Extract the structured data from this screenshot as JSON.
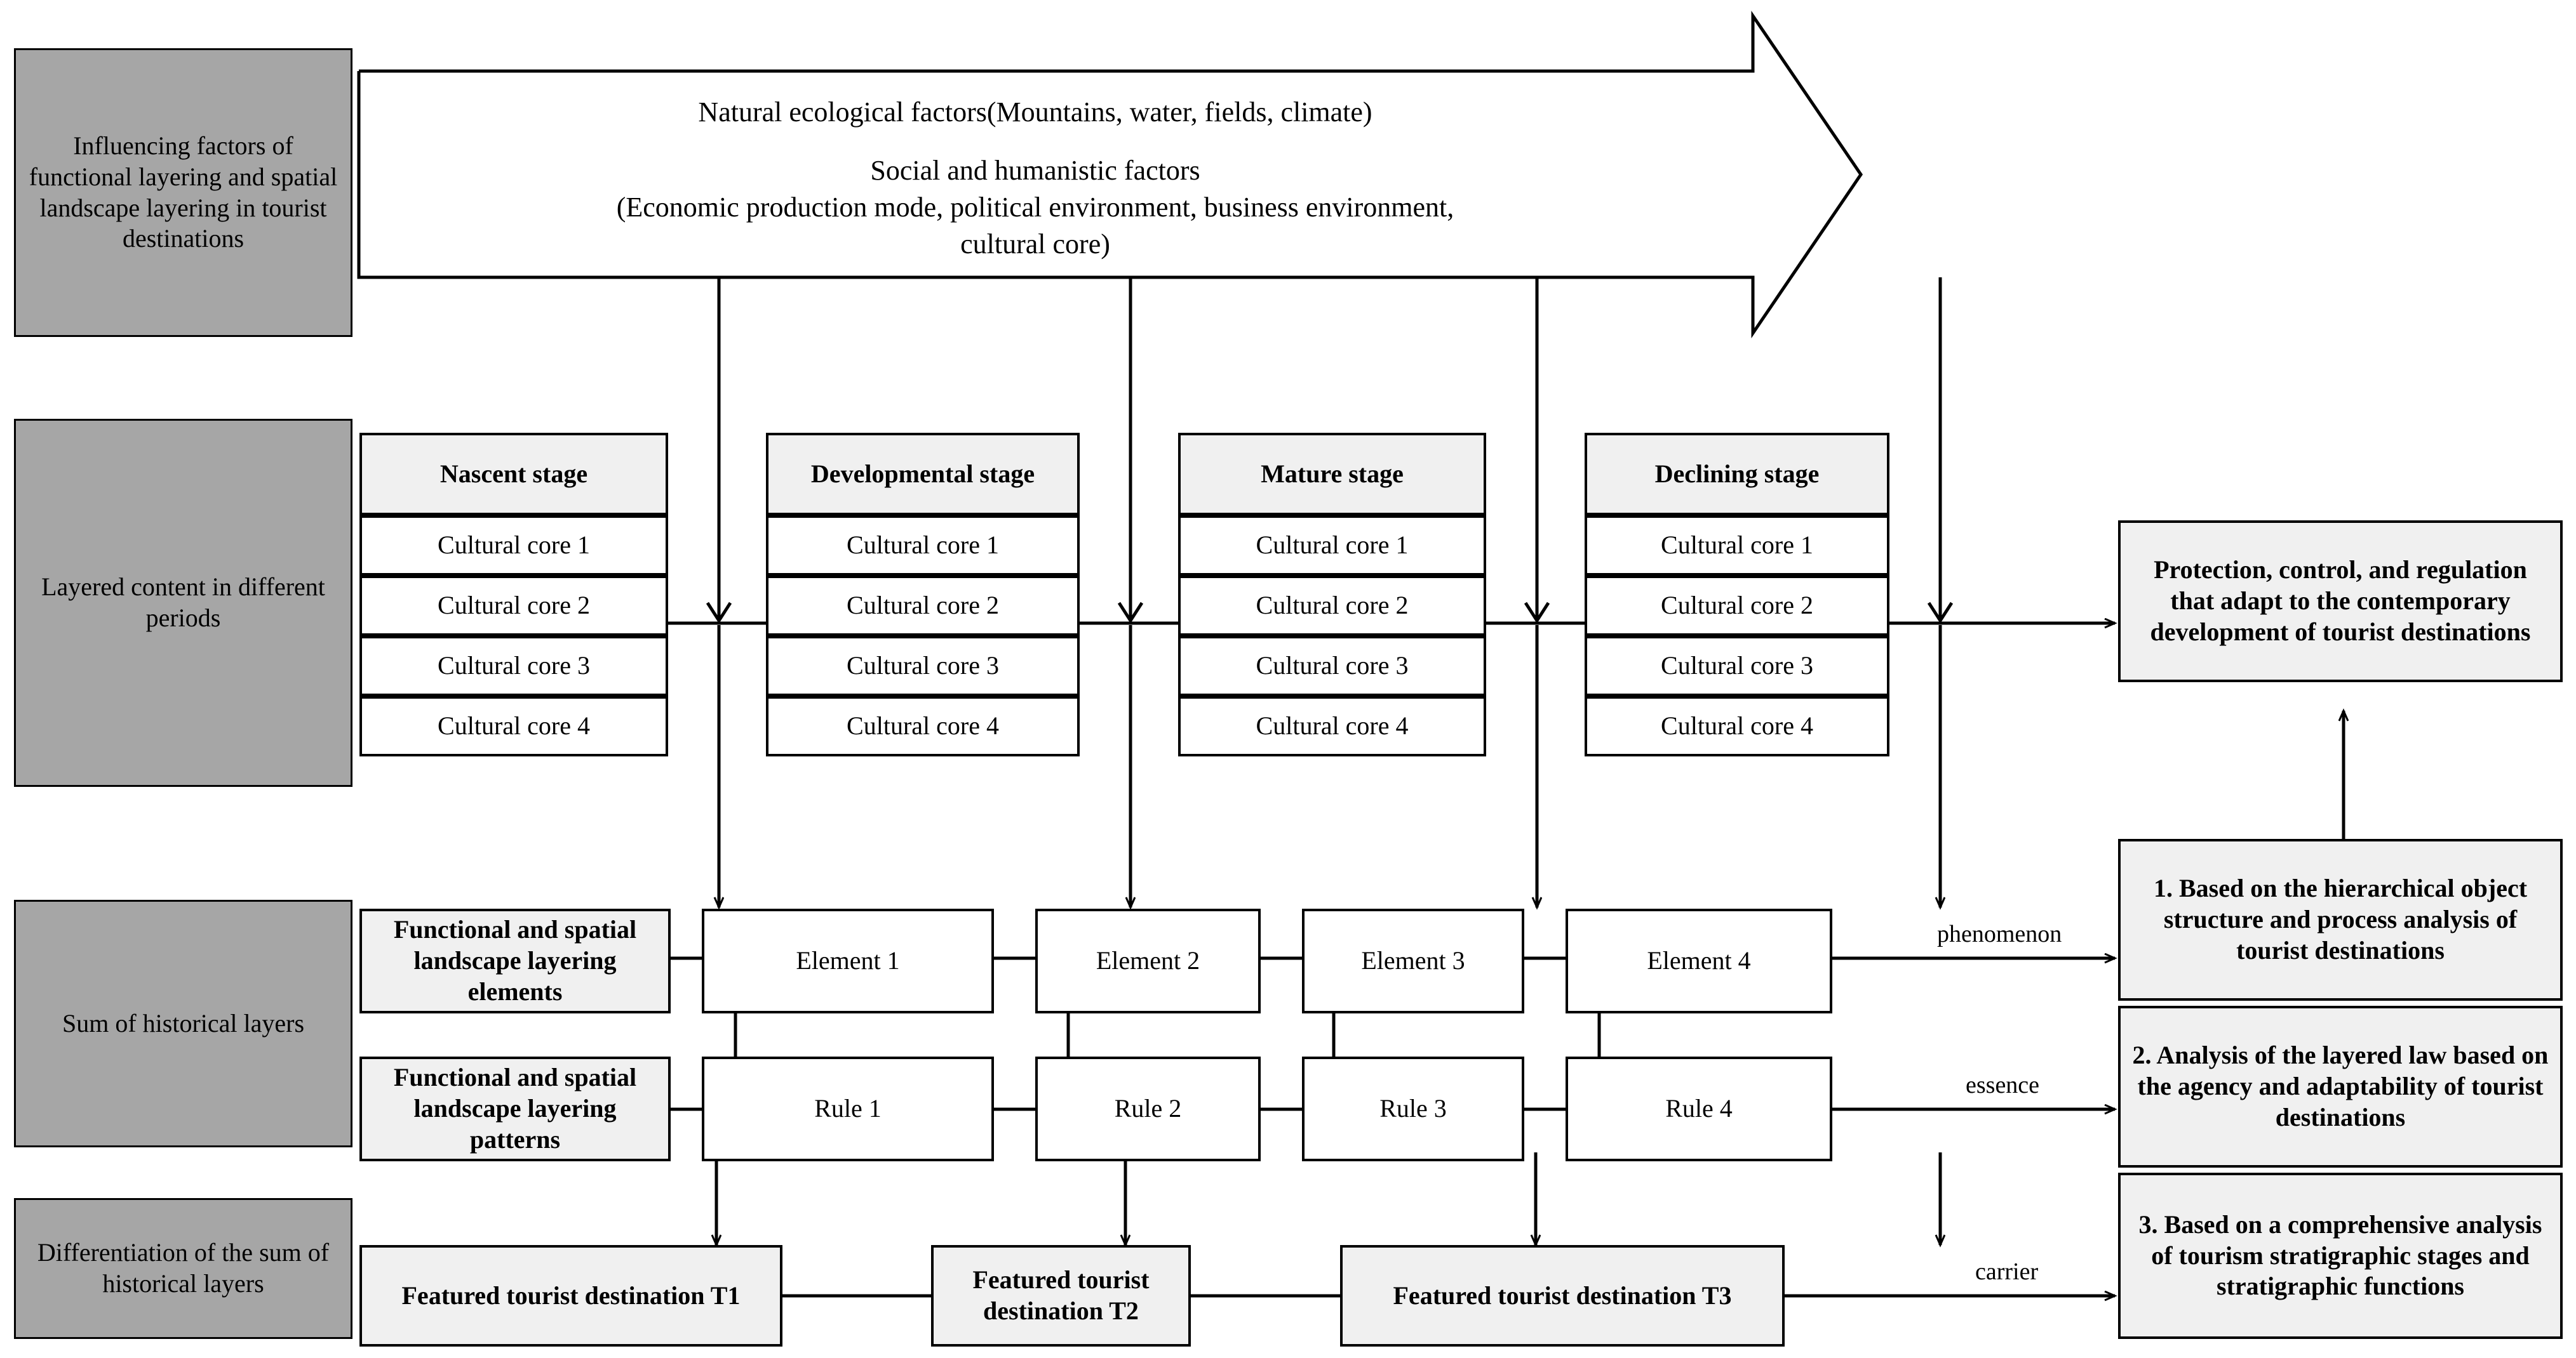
{
  "categories": [
    {
      "id": "influencing-factors",
      "label": "Influencing factors of functional layering and spatial landscape layering in tourist destinations"
    },
    {
      "id": "layered-content",
      "label": "Layered content in different periods"
    },
    {
      "id": "sum-historical-layers",
      "label": "Sum of historical layers"
    },
    {
      "id": "differentiation",
      "label": "Differentiation of the sum of historical layers"
    }
  ],
  "banner": {
    "line1": "Natural ecological factors(Mountains, water, fields, climate)",
    "line2": "Social and humanistic factors",
    "line3": "(Economic production mode, political environment, business environment,",
    "line4": "cultural core)"
  },
  "stages": [
    {
      "title": "Nascent stage",
      "cores": [
        "Cultural core 1",
        "Cultural core 2",
        "Cultural core 3",
        "Cultural core 4"
      ]
    },
    {
      "title": "Developmental stage",
      "cores": [
        "Cultural core 1",
        "Cultural core 2",
        "Cultural core 3",
        "Cultural core 4"
      ]
    },
    {
      "title": "Mature stage",
      "cores": [
        "Cultural core 1",
        "Cultural core 2",
        "Cultural core 3",
        "Cultural core 4"
      ]
    },
    {
      "title": "Declining stage",
      "cores": [
        "Cultural core 1",
        "Cultural core 2",
        "Cultural core 3",
        "Cultural core 4"
      ]
    }
  ],
  "row_labels": {
    "elements": "Functional and spatial landscape layering elements",
    "patterns": "Functional and spatial landscape layering patterns"
  },
  "elements": [
    "Element 1",
    "Element 2",
    "Element 3",
    "Element 4"
  ],
  "rules": [
    "Rule 1",
    "Rule 2",
    "Rule 3",
    "Rule 4"
  ],
  "destinations": [
    "Featured tourist destination T1",
    "Featured tourist destination T2",
    "Featured tourist destination T3"
  ],
  "edge_labels": {
    "phenomenon": "phenomenon",
    "essence": "essence",
    "carrier": "carrier"
  },
  "outputs": {
    "top": "Protection, control, and regulation that adapt to the contemporary development of tourist destinations",
    "items": [
      "1. Based on the hierarchical object structure and process analysis of tourist destinations",
      "2. Analysis of the layered law based on the agency and adaptability of tourist destinations",
      "3. Based on a comprehensive analysis of tourism stratigraphic stages and stratigraphic functions"
    ]
  },
  "colors": {
    "category_fill": "#a6a6a6",
    "light_fill": "#f0f0f0",
    "white_fill": "#ffffff",
    "stroke": "#000000"
  }
}
